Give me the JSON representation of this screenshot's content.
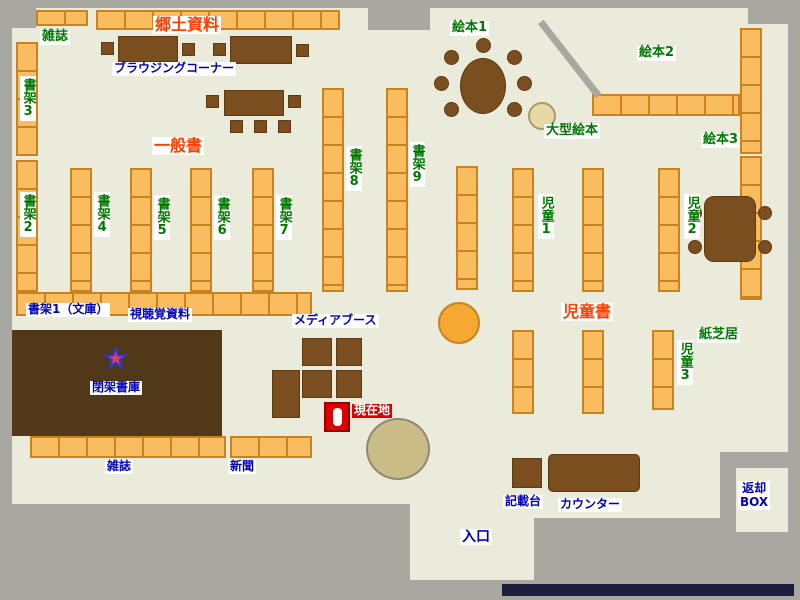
{
  "colors": {
    "floor": "#EBEBDC",
    "wall": "#A8A8A0",
    "shelf": "#F9BD5F",
    "shelf_border": "#C8821E",
    "furniture": "#7B4E1F",
    "furniture_border": "#5E3A12",
    "closed_stacks_bg": "#503818",
    "label_green": "#007800",
    "label_blue": "#0000BB",
    "label_red": "#FF4000",
    "current_bg": "#DD0000",
    "pillar": "#C9BC86",
    "accent_circle": "#F5A832",
    "navy_bar": "#1C1C3C",
    "large_book_circle": "#E7D9A5"
  },
  "labels": {
    "magazine_top": "雑誌",
    "local_materials": "郷土資料",
    "browsing_corner": "ブラウジングコーナー",
    "general_books": "一般書",
    "shelf2": "書架2",
    "shelf3": "書架3",
    "shelf4": "書架4",
    "shelf5": "書架5",
    "shelf6": "書架6",
    "shelf7": "書架7",
    "shelf8": "書架8",
    "shelf9": "書架9",
    "picture_book_1": "絵本1",
    "picture_book_2": "絵本2",
    "picture_book_3": "絵本3",
    "large_picture_book": "大型絵本",
    "children_1": "児童1",
    "children_2": "児童2",
    "children_3": "児童3",
    "children_books": "児童書",
    "kamishibai": "紙芝居",
    "shelf1_bunko": "書架1（文庫）",
    "audio_visual": "視聴覚資料",
    "media_booth": "メディアブース",
    "closed_stacks": "閉架書庫",
    "current_location": "現在地",
    "magazine_bottom": "雑誌",
    "newspaper": "新聞",
    "writing_desk": "記載台",
    "counter": "カウンター",
    "entrance": "入口",
    "return_box_line1": "返却",
    "return_box_line2": "BOX"
  }
}
